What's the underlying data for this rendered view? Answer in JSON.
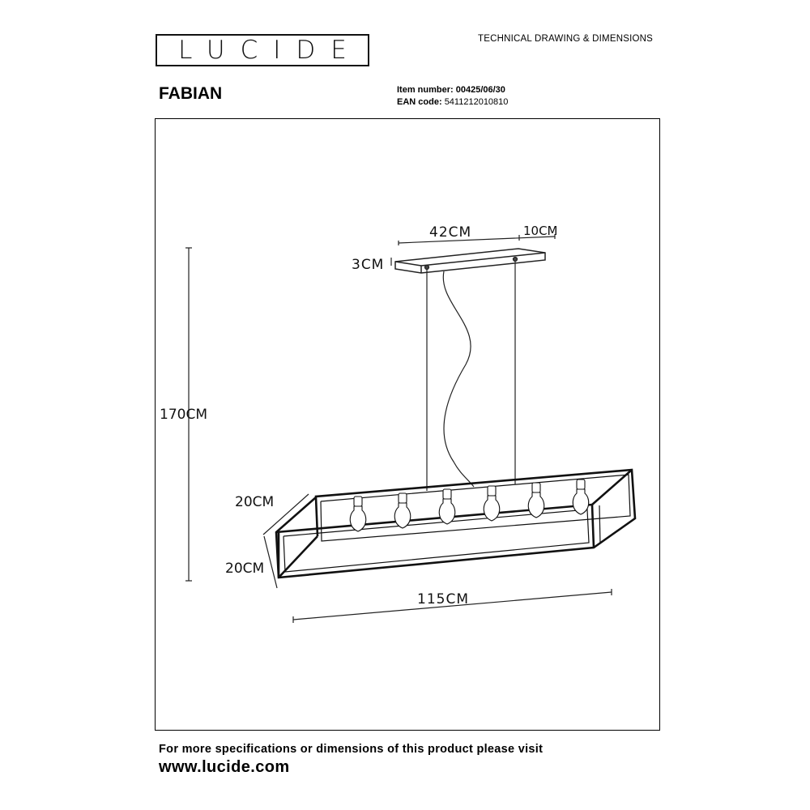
{
  "header": {
    "brand": "LUCIDE",
    "document_type": "TECHNICAL DRAWING & DIMENSIONS"
  },
  "product": {
    "name": "FABIAN",
    "item_number_label": "Item number:",
    "item_number": "00425/06/30",
    "ean_label": "EAN code:",
    "ean": "5411212010810"
  },
  "dimensions": {
    "canopy_length": "42CM",
    "canopy_width": "10CM",
    "canopy_height": "3CM",
    "total_height": "170CM",
    "frame_depth": "20CM",
    "frame_height": "20CM",
    "frame_length": "115CM"
  },
  "footer": {
    "text": "For more specifications or dimensions of this product please visit",
    "url": "www.lucide.com"
  }
}
